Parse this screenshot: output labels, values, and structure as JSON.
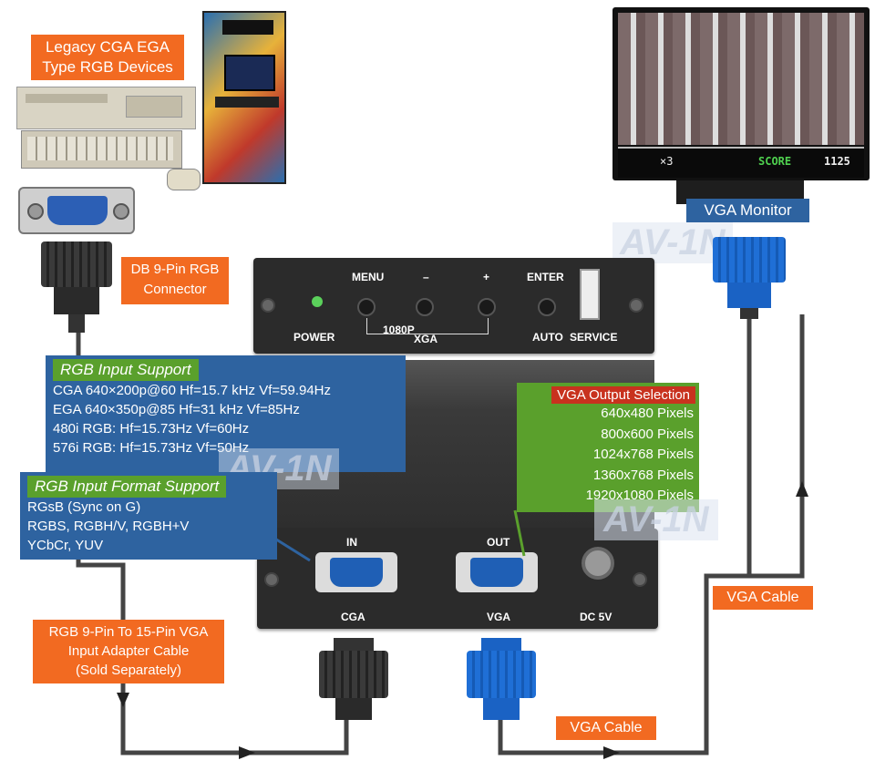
{
  "labels": {
    "legacy_devices": "Legacy CGA EGA\nType RGB Devices",
    "db9_connector": "DB 9-Pin RGB\nConnector",
    "adapter_cable": "RGB 9-Pin To 15-Pin VGA\nInput Adapter Cable\n(Sold Separately)",
    "vga_cable_bottom": "VGA Cable",
    "vga_cable_right": "VGA Cable",
    "vga_monitor": "VGA Monitor"
  },
  "rgb_input_support": {
    "title": "RGB Input Support",
    "lines": [
      "CGA 640×200p@60 Hf=15.7 kHz  Vf=59.94Hz",
      "EGA 640×350p@85 Hf=31 kHz  Vf=85Hz",
      "480i RGB: Hf=15.73Hz Vf=60Hz",
      "576i RGB: Hf=15.73Hz Vf=50Hz"
    ]
  },
  "rgb_input_format": {
    "title": "RGB Input Format Support",
    "lines": [
      "RGsB (Sync on G)",
      "RGBS, RGBH/V, RGBH+V",
      "YCbCr, YUV"
    ]
  },
  "vga_output": {
    "title": "VGA Output Selection",
    "options": [
      "640x480 Pixels",
      "800x600 Pixels",
      "1024x768 Pixels",
      "1360x768 Pixels",
      "1920x1080 Pixels"
    ]
  },
  "device_front": {
    "menu": "MENU",
    "minus": "–",
    "plus": "+",
    "enter": "ENTER",
    "power": "POWER",
    "p1080": "1080P",
    "xga": "XGA",
    "auto": "AUTO",
    "service": "SERVICE"
  },
  "device_rear": {
    "in": "IN",
    "out": "OUT",
    "cga": "CGA",
    "vga": "VGA",
    "dc": "DC 5V"
  },
  "game_hud": {
    "lives": "×3",
    "score_label": "SCORE",
    "score_value": "1125"
  },
  "watermark": "AV-1N",
  "colors": {
    "orange": "#f26a21",
    "blue_panel": "#2e63a0",
    "green": "#5aa02c",
    "red": "#c8321e",
    "vga_blue": "#1f6fd6"
  }
}
